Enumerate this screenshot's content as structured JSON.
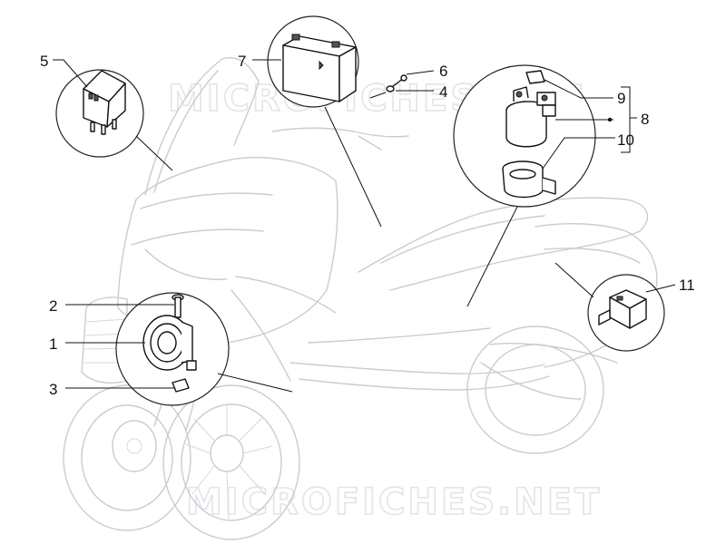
{
  "watermark": "MICROFICHES.NET",
  "callouts": {
    "c1": "1",
    "c2": "2",
    "c3": "3",
    "c4": "4",
    "c5": "5",
    "c6": "6",
    "c7": "7",
    "c8": "8",
    "c9": "9",
    "c10": "10",
    "c11": "11"
  },
  "parts": [
    {
      "ref": "1",
      "icon": "horn-icon"
    },
    {
      "ref": "2",
      "icon": "bolt-icon"
    },
    {
      "ref": "3",
      "icon": "clip-icon"
    },
    {
      "ref": "4",
      "icon": "washer-icon"
    },
    {
      "ref": "5",
      "icon": "relay-icon"
    },
    {
      "ref": "6",
      "icon": "screw-icon"
    },
    {
      "ref": "7",
      "icon": "battery-icon"
    },
    {
      "ref": "8",
      "icon": "starter-solenoid-assembly-icon"
    },
    {
      "ref": "9",
      "icon": "solenoid-cap-icon"
    },
    {
      "ref": "10",
      "icon": "rubber-mount-icon"
    },
    {
      "ref": "11",
      "icon": "switch-icon"
    }
  ],
  "colors": {
    "line": "#111111",
    "ghost": "#c9ccd3",
    "background": "#ffffff"
  }
}
